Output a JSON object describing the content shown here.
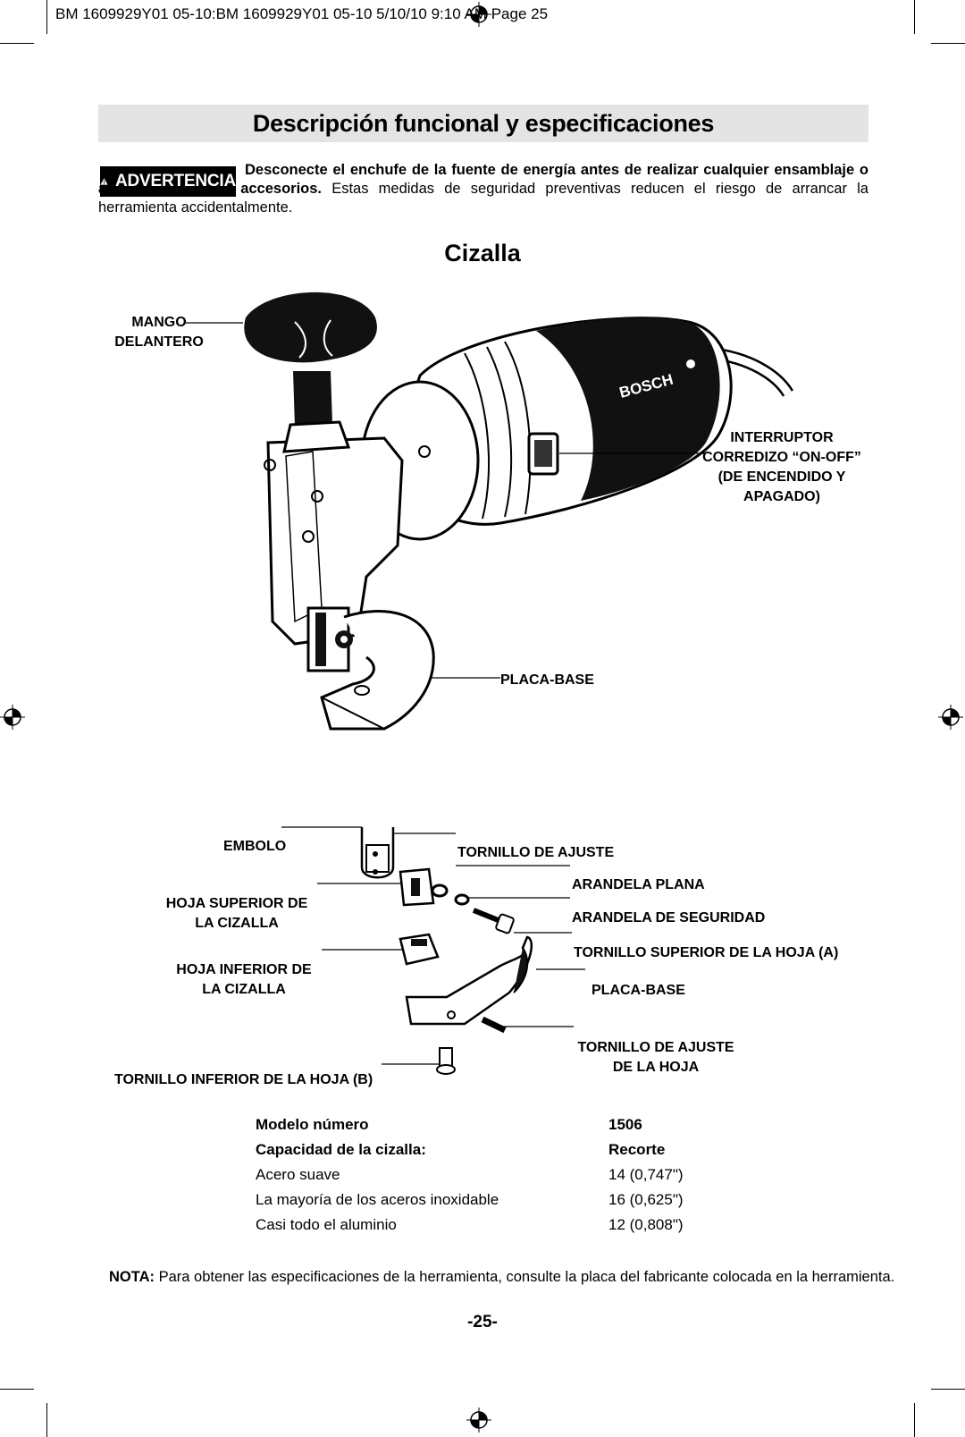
{
  "header": {
    "print_line": "BM 1609929Y01 05-10:BM 1609929Y01 05-10  5/10/10  9:10 AM  Page 25"
  },
  "title": "Descripción funcional y especificaciones",
  "warning": {
    "badge_label": "ADVERTENCIA",
    "bold_text": "Desconecte el enchufe de la fuente de energía antes de realizar cualquier ensamblaje o ajuste, o cambiar accesorios.",
    "body_text": " Estas medidas de seguridad preventivas reducen el riesgo de arrancar la herramienta accidentalmente."
  },
  "section_title": "Cizalla",
  "callouts_tool": {
    "front_handle": [
      "MANGO",
      "DELANTERO"
    ],
    "switch": [
      "INTERRUPTOR",
      "CORREDIZO “ON-OFF”",
      "(DE ENCENDIDO Y",
      "APAGADO)"
    ],
    "base_plate": "PLACA-BASE",
    "brand": "BOSCH"
  },
  "callouts_exploded": {
    "plunger": "EMBOLO",
    "adjusting_screw": "TORNILLO DE AJUSTE",
    "flat_washer": "ARANDELA PLANA",
    "lock_washer": "ARANDELA DE SEGURIDAD",
    "upper_blade": [
      "HOJA SUPERIOR DE",
      "LA CIZALLA"
    ],
    "upper_blade_screw": "TORNILLO SUPERIOR DE LA HOJA (A)",
    "lower_blade": [
      "HOJA INFERIOR DE",
      "LA CIZALLA"
    ],
    "base_plate": "PLACA-BASE",
    "blade_adjust_screw": [
      "TORNILLO DE AJUSTE",
      "DE LA HOJA"
    ],
    "lower_blade_screw": "TORNILLO INFERIOR DE LA HOJA (B)"
  },
  "specs": {
    "rows": [
      {
        "label": "Modelo número",
        "value": "1506",
        "bold": true
      },
      {
        "label": "Capacidad de la cizalla:",
        "value": "Recorte",
        "bold": true
      },
      {
        "label": "Acero suave",
        "value": "14 (0,747\")",
        "bold": false
      },
      {
        "label": "La mayoría de los aceros inoxidable",
        "value": "16 (0,625\")",
        "bold": false
      },
      {
        "label": "Casi todo el aluminio",
        "value": "12 (0,808\")",
        "bold": false
      }
    ]
  },
  "note": {
    "label": "NOTA:",
    "text": " Para obtener las especificaciones de la herramienta, consulte la placa del fabricante colocada en la herramienta."
  },
  "page_number": "-25-"
}
